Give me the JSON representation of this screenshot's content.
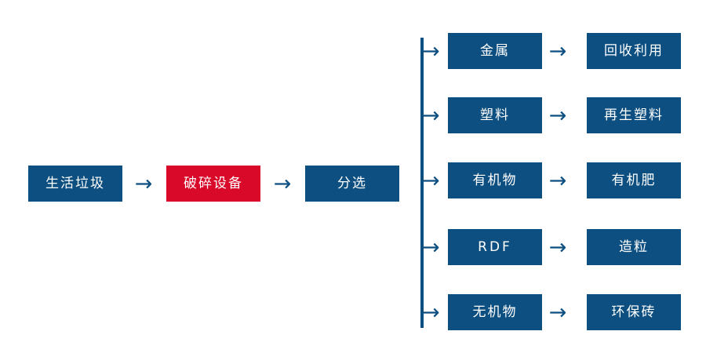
{
  "diagram": {
    "title": "",
    "colors": {
      "box_blue": "#0d4f80",
      "box_red": "#d9092a",
      "arrow_blue": "#0d4f80",
      "text_white": "#ffffff",
      "background": "#ffffff"
    },
    "main_flow": {
      "nodes": [
        {
          "label": "生活垃圾",
          "color": "#0d4f80"
        },
        {
          "label": "破碎设备",
          "color": "#d9092a"
        },
        {
          "label": "分选",
          "color": "#0d4f80"
        }
      ],
      "arrow_glyph": "→"
    },
    "branches": [
      {
        "material": "金属",
        "product": "回收利用",
        "arrow_glyph": "→",
        "branch_glyph": "→"
      },
      {
        "material": "塑料",
        "product": "再生塑料",
        "arrow_glyph": "→",
        "branch_glyph": "→"
      },
      {
        "material": "有机物",
        "product": "有机肥",
        "arrow_glyph": "→",
        "branch_glyph": "→"
      },
      {
        "material": "RDF",
        "product": "造粒",
        "arrow_glyph": "→",
        "branch_glyph": "→"
      },
      {
        "material": "无机物",
        "product": "环保砖",
        "arrow_glyph": "→",
        "branch_glyph": "→"
      }
    ]
  }
}
